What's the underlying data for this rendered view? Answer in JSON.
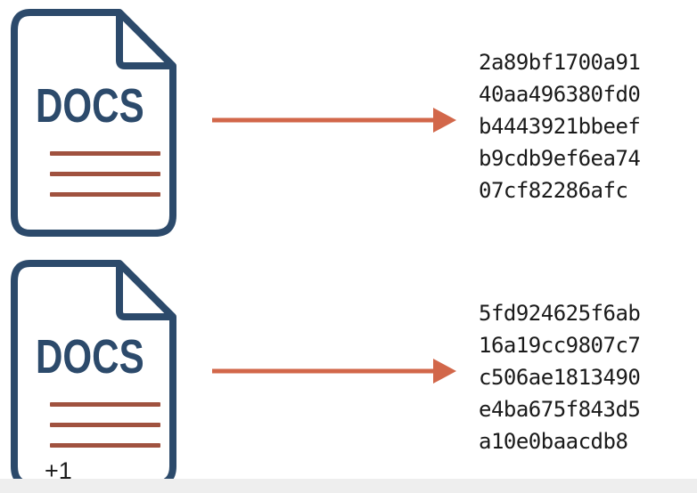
{
  "rows": [
    {
      "doc_label": "DOCS",
      "version_badge": "",
      "hash_lines": [
        "2a89bf1700a91",
        "40aa496380fd0",
        "b4443921bbeef",
        "b9cdb9ef6ea74",
        "07cf82286afc"
      ]
    },
    {
      "doc_label": "DOCS",
      "version_badge": "+1",
      "hash_lines": [
        "5fd924625f6ab",
        "16a19cc9807c7",
        "c506ae1813490",
        "e4ba675f843d5",
        "a10e0baacdb8"
      ]
    }
  ],
  "colors": {
    "doc_outline": "#2c4a6b",
    "doc_text_lines": "#a0523f",
    "arrow": "#d2674a",
    "hash_text": "#1a1a1a"
  },
  "icons": {
    "document": "document-icon",
    "arrow": "arrow-right-icon"
  }
}
